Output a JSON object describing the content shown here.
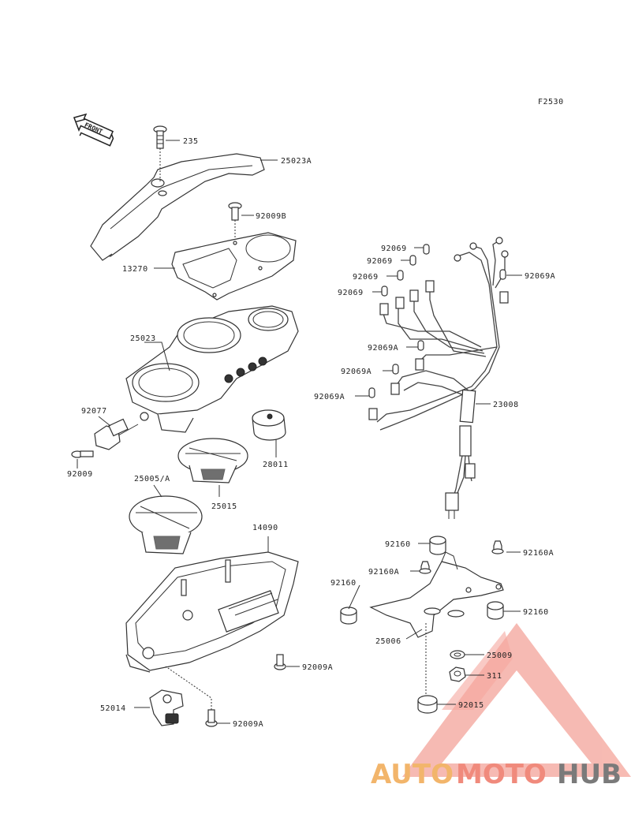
{
  "figure_code": "F2530",
  "front_arrow": "FRONT",
  "parts": [
    {
      "id": "p235",
      "label": "235"
    },
    {
      "id": "p25023A",
      "label": "25023A"
    },
    {
      "id": "p92009B",
      "label": "92009B"
    },
    {
      "id": "p13270",
      "label": "13270"
    },
    {
      "id": "p25023",
      "label": "25023"
    },
    {
      "id": "p92077",
      "label": "92077"
    },
    {
      "id": "p92009",
      "label": "92009"
    },
    {
      "id": "p28011",
      "label": "28011"
    },
    {
      "id": "p25005A",
      "label": "25005/A"
    },
    {
      "id": "p25015",
      "label": "25015"
    },
    {
      "id": "p14090",
      "label": "14090"
    },
    {
      "id": "p92009A_1",
      "label": "92009A"
    },
    {
      "id": "p52014",
      "label": "52014"
    },
    {
      "id": "p92009A_2",
      "label": "92009A"
    },
    {
      "id": "p92069_1",
      "label": "92069"
    },
    {
      "id": "p92069_2",
      "label": "92069"
    },
    {
      "id": "p92069_3",
      "label": "92069"
    },
    {
      "id": "p92069_4",
      "label": "92069"
    },
    {
      "id": "p92069A_1",
      "label": "92069A"
    },
    {
      "id": "p92069A_2",
      "label": "92069A"
    },
    {
      "id": "p92069A_3",
      "label": "92069A"
    },
    {
      "id": "p92069A_4",
      "label": "92069A"
    },
    {
      "id": "p23008",
      "label": "23008"
    },
    {
      "id": "p92160_1",
      "label": "92160"
    },
    {
      "id": "p92160A_1",
      "label": "92160A"
    },
    {
      "id": "p92160A_2",
      "label": "92160A"
    },
    {
      "id": "p92160_2",
      "label": "92160"
    },
    {
      "id": "p92160_3",
      "label": "92160"
    },
    {
      "id": "p25006",
      "label": "25006"
    },
    {
      "id": "p25009",
      "label": "25009"
    },
    {
      "id": "p311",
      "label": "311"
    },
    {
      "id": "p92015",
      "label": "92015"
    }
  ],
  "watermark": {
    "part1": "AUTO",
    "part2": "MOTO",
    "part3": "HUB"
  },
  "colors": {
    "line": "#333333",
    "watermark_orange": "#f2b56b",
    "watermark_red": "#f08a7c",
    "watermark_gray": "#7a7a7a"
  }
}
